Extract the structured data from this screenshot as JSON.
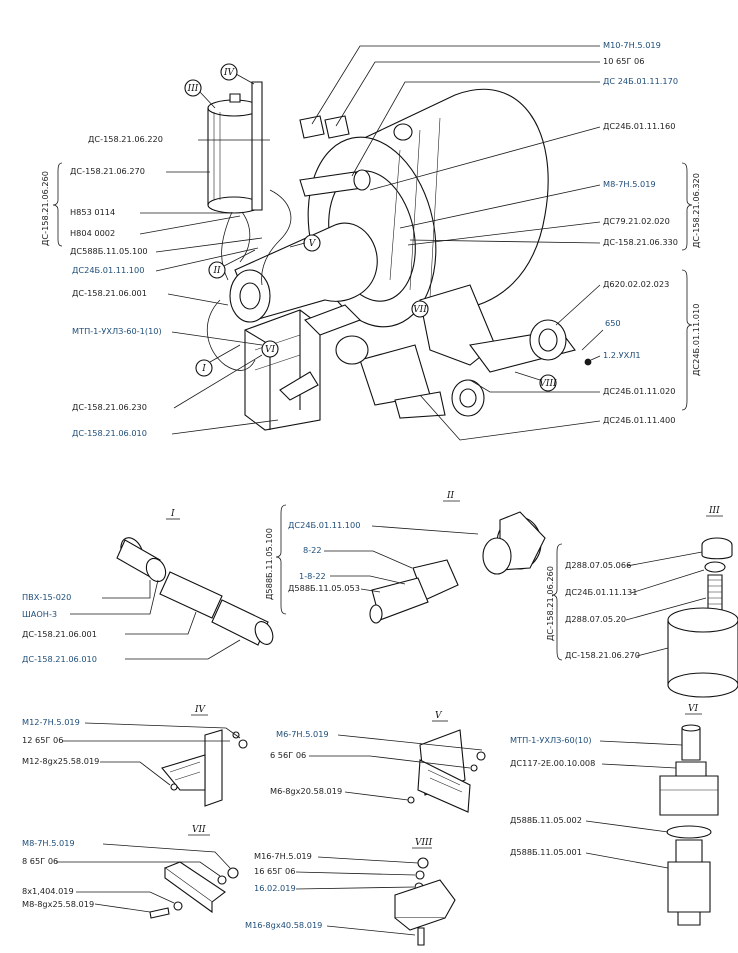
{
  "main_labels": {
    "m10_nut": "М10-7Н.5.019",
    "washer_10": "10 65Г 06",
    "ds24b_170": "ДС 24Б.01.11.170",
    "ds24b_160": "ДС24Б.01.11.160",
    "m8_nut": "М8-7Н.5.019",
    "ds79": "ДС79.21.02.020",
    "ds158_330": "ДС-158.21.06.330",
    "d620": "Д620.02.02.023",
    "n650": "650",
    "ukhl": "1.2.УХЛ1",
    "ds24b_020": "ДС24Б.01.11.020",
    "ds24b_400": "ДС24Б.01.11.400",
    "ds158_220": "ДС-158.21.06.220",
    "ds158_270": "ДС-158.21.06.270",
    "n853": "Н853 0114",
    "n804": "Н804 0002",
    "ds588b_100": "ДС588Б.11.05.100",
    "ds24b_100": "ДС24Б.01.11.100",
    "ds158_001": "ДС-158.21.06.001",
    "mtp": "МТП-1-УХЛЗ-60-1(10)",
    "ds158_230": "ДС-158.21.06.230",
    "ds158_010": "ДС-158.21.06.010"
  },
  "brackets": {
    "left_260": "ДС-158.21.06.260",
    "right_320": "ДС-158.21.06.320",
    "right_010": "ДС24Б.01.11.010"
  },
  "callouts": [
    "I",
    "II",
    "III",
    "IV",
    "V",
    "VI",
    "VII",
    "VIII"
  ],
  "details": {
    "I": {
      "title": "I",
      "labels": [
        "ПВХ-15-020",
        "ШАОН-3",
        "ДС-158.21.06.001",
        "ДС-158.21.06.010"
      ]
    },
    "II": {
      "title": "II",
      "bracket": "Д588Б.11.05.100",
      "labels": [
        "ДС24Б.01.11.100",
        "8-22",
        "1-8-22",
        "Д588Б.11.05.053"
      ]
    },
    "III": {
      "title": "III",
      "bracket": "ДС-158.21.06.260",
      "labels": [
        "Д288.07.05.066",
        "ДС24Б.01.11.131",
        "Д288.07.05.20",
        "ДС-158.21.06.270"
      ]
    },
    "IV": {
      "title": "IV",
      "labels": [
        "М12-7Н.5.019",
        "12 65Г 06",
        "М12-8gх25.58.019"
      ]
    },
    "V": {
      "title": "V",
      "labels": [
        "М6-7Н.5.019",
        "6 56Г 06",
        "М6-8gх20.58.019"
      ]
    },
    "VI": {
      "title": "VI",
      "labels": [
        "МТП-1-УХЛЗ-60(10)",
        "ДС117-2Е.00.10.008",
        "Д588Б.11.05.002",
        "Д588Б.11.05.001"
      ]
    },
    "VII": {
      "title": "VII",
      "labels": [
        "М8-7Н.5.019",
        "8 65Г 06",
        "8х1,404.019",
        "М8-8gх25.58.019"
      ]
    },
    "VIII": {
      "title": "VIII",
      "labels": [
        "М16-7Н.5.019",
        "16 65Г 06",
        "16.02.019",
        "М16-8gх40.58.019"
      ]
    }
  },
  "colors": {
    "ink": "#111111",
    "label": "#222222",
    "label_blue": "#1f4e79",
    "paper": "#ffffff"
  }
}
